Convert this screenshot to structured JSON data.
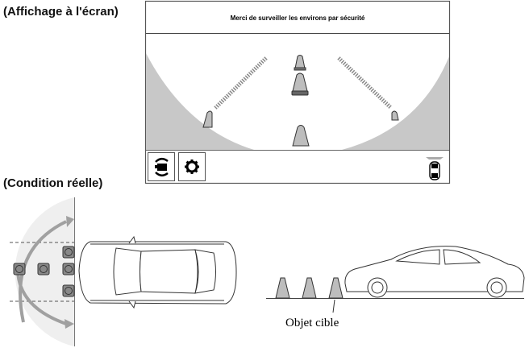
{
  "headings": {
    "screen_display": "(Affichage à l'écran)",
    "actual_condition": "(Condition réelle)"
  },
  "screen": {
    "message": "Merci de surveiller les environs par sécurité",
    "buttons": [
      {
        "icon": "camera-switch-icon"
      },
      {
        "icon": "gear-icon"
      }
    ],
    "indicator_icon": "car-top-view-icon"
  },
  "side_view": {
    "target_label": "Objet cible"
  },
  "colors": {
    "shade": "#c8c8c8",
    "light_shade": "#efefef",
    "arrow": "#a0a0a0",
    "cone": "#bdbdbd"
  }
}
